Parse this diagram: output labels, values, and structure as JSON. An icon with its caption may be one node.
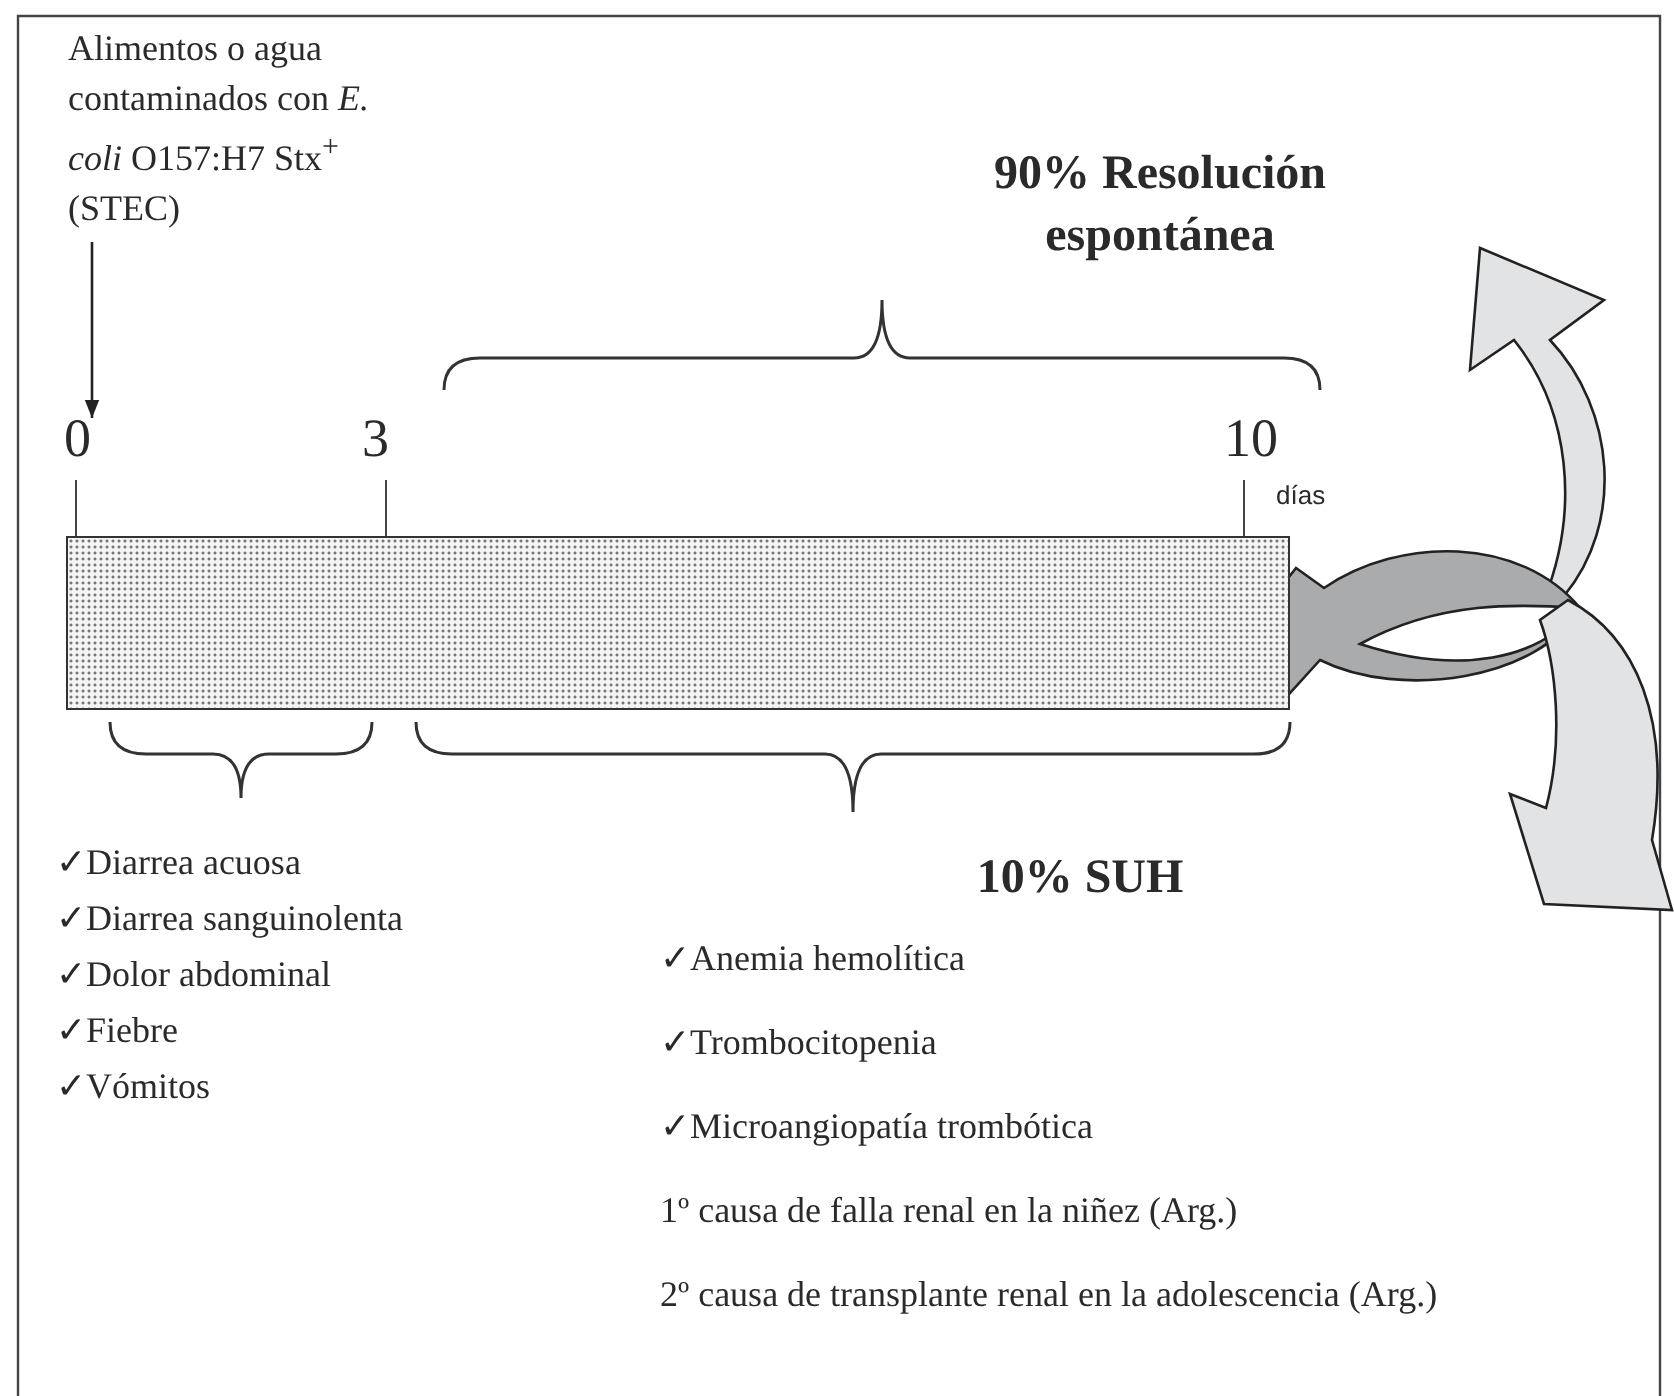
{
  "diagram": {
    "nodes": [
      {
        "text": [
          "Alimentos o agua contaminados con *E. coli* O157:H7 Stx$^{+}$ (STEC)"
        ]
      },
      {
        "text": [
          "0"
        ]
      },
      {
        "text": [],
        "shape": "bar"
      }
    ],
    "edges": [
      {
        "from": 0,
        "to": 1,
        "arrow": "to"
      }
    ],
    "labels": [
      "90% Resolución espontánea",
      "3",
      "10",
      "días",
      "✓Diarrea acuosa",
      "✓Diarrea sanguinolenta",
      "✓Dolor abdominal",
      "✓Fiebre",
      "✓Vómitos",
      "10% SUH",
      "✓Anemia hemolítica",
      "✓Trombocitopenia",
      "✓Microangiopatía trombótica",
      "1º causa de falla renal en la niñez (Arg.)",
      "2º causa de transplante renal en la adolescencia (Arg.)"
    ]
  }
}
